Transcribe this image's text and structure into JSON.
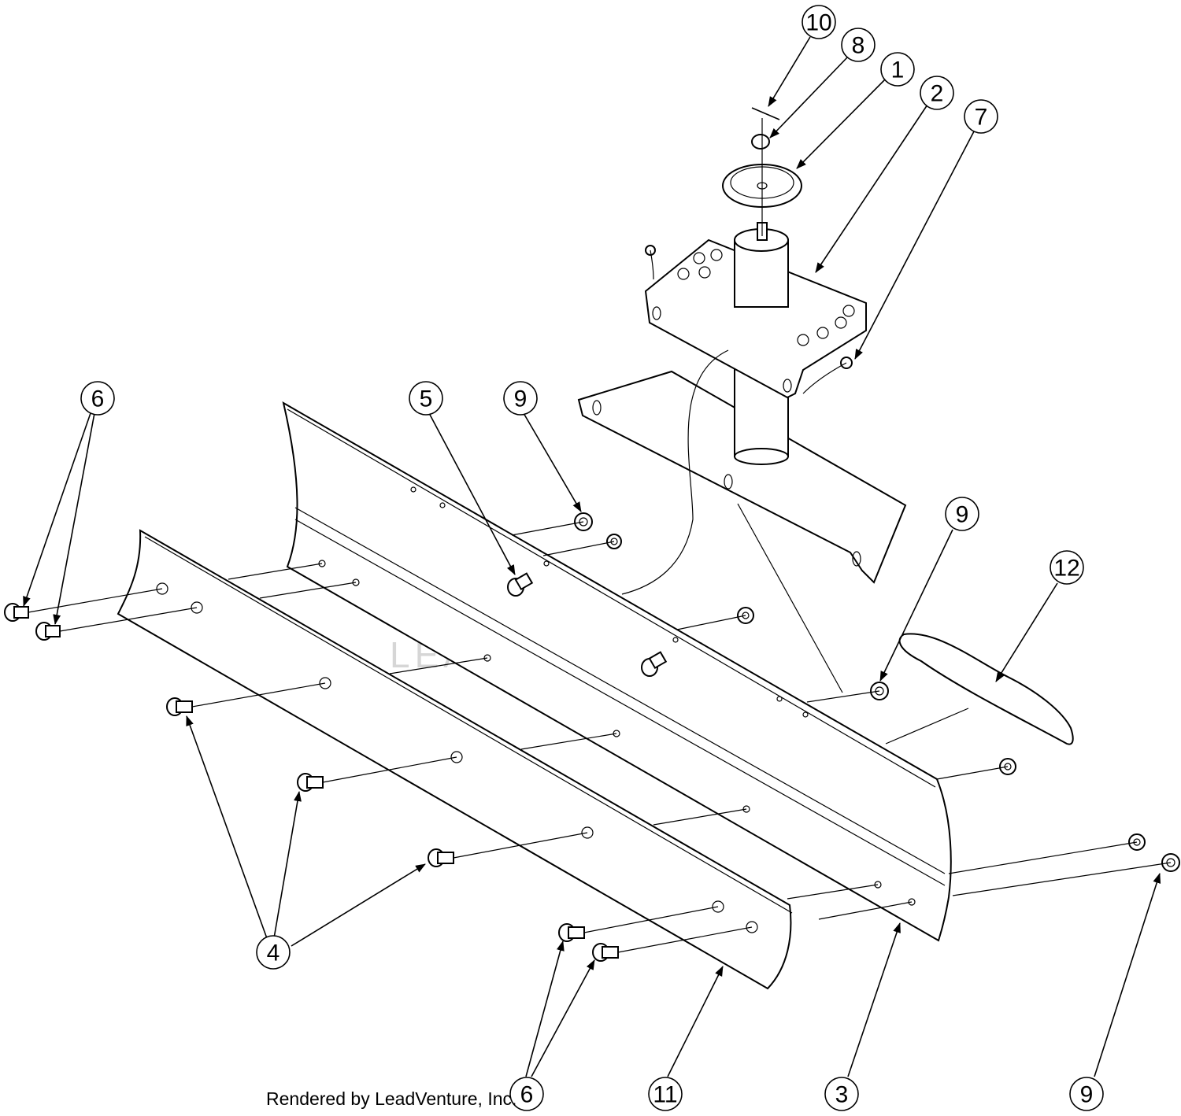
{
  "watermark": "LEADVENTURE",
  "credit": "Rendered by LeadVenture, Inc.",
  "callouts": {
    "c1": "1",
    "c2": "2",
    "c3": "3",
    "c4": "4",
    "c5": "5",
    "c6a": "6",
    "c6b": "6",
    "c7": "7",
    "c8": "8",
    "c9a": "9",
    "c9b": "9",
    "c9c": "9",
    "c10": "10",
    "c11": "11",
    "c12": "12"
  }
}
